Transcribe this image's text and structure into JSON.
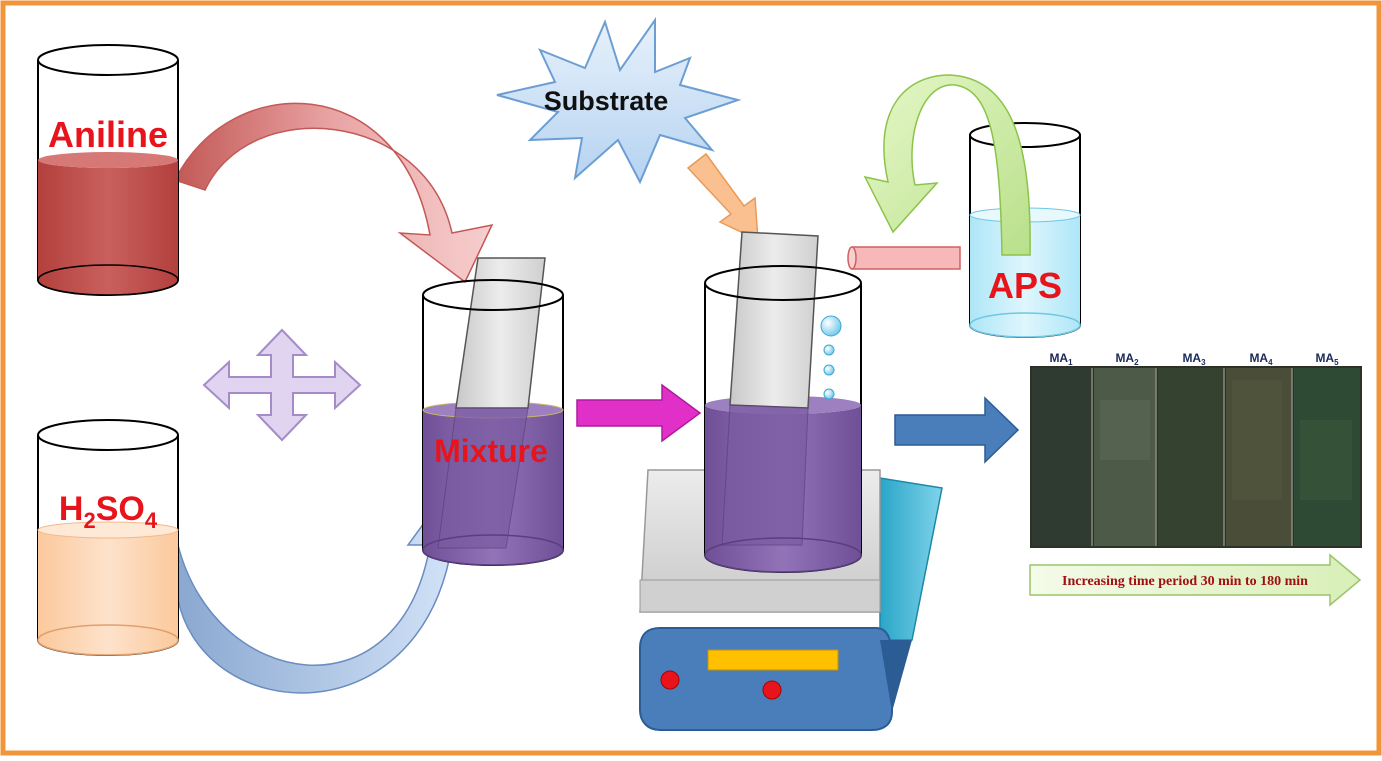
{
  "labels": {
    "aniline": "Aniline",
    "h2so4_main_1": "H",
    "h2so4_sub_1": "2",
    "h2so4_main_2": "SO",
    "h2so4_sub_2": "4",
    "mixture": "Mixture",
    "substrate": "Substrate",
    "aps": "APS"
  },
  "samples": [
    {
      "main": "MA",
      "sub": "1"
    },
    {
      "main": "MA",
      "sub": "2"
    },
    {
      "main": "MA",
      "sub": "3"
    },
    {
      "main": "MA",
      "sub": "4"
    },
    {
      "main": "MA",
      "sub": "5"
    }
  ],
  "time_arrow_text": "Increasing time period 30 min to 180 min",
  "colors": {
    "frame": "#f0953a",
    "aniline_liquid": "#c0504d",
    "acid_liquid": "#fbd5b5",
    "mixture_liquid": "#8064a2",
    "aps_liquid": "#c6eef9",
    "label_red": "#e8141c",
    "stirrer_body": "#4a7ebb",
    "stirrer_display": "#ffc000"
  },
  "icons": [
    "beaker-icon",
    "curved-arrow-icon",
    "four-way-arrow-icon",
    "starburst-icon",
    "hotplate-stirrer-icon",
    "bubble-icon"
  ]
}
